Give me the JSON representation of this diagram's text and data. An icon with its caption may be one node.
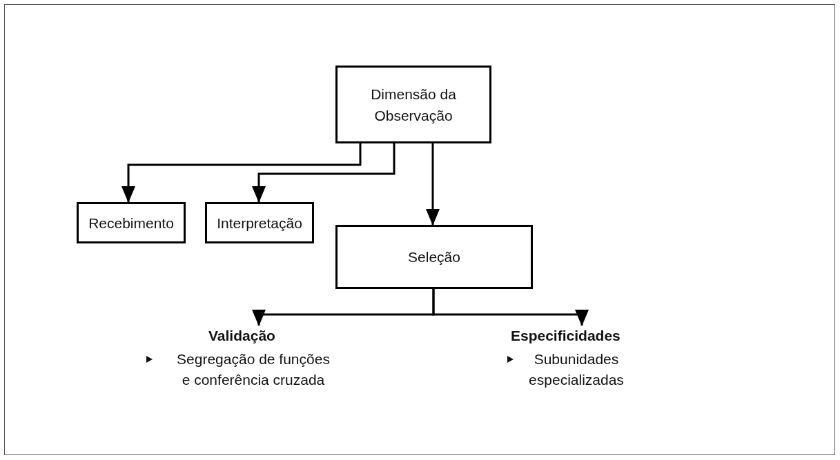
{
  "diagram": {
    "nodes": [
      {
        "text": [
          "Dimensão da Observação"
        ]
      },
      {
        "text": [
          "Recebimento"
        ]
      },
      {
        "text": [
          "Interpretação"
        ]
      },
      {
        "text": [
          "Seleção"
        ]
      },
      {
        "text": [
          "Validação",
          "Segregação de funções e conferência cruzada"
        ]
      },
      {
        "text": [
          "Especificidades",
          "Subunidades especializadas"
        ]
      }
    ],
    "edges": [
      {
        "from": 0,
        "to": 1,
        "arrow": "to"
      },
      {
        "from": 0,
        "to": 2,
        "arrow": "to"
      },
      {
        "from": 0,
        "to": 3,
        "arrow": "to"
      },
      {
        "from": 3,
        "to": 4,
        "arrow": "to"
      },
      {
        "from": 3,
        "to": 5,
        "arrow": "to"
      }
    ]
  }
}
